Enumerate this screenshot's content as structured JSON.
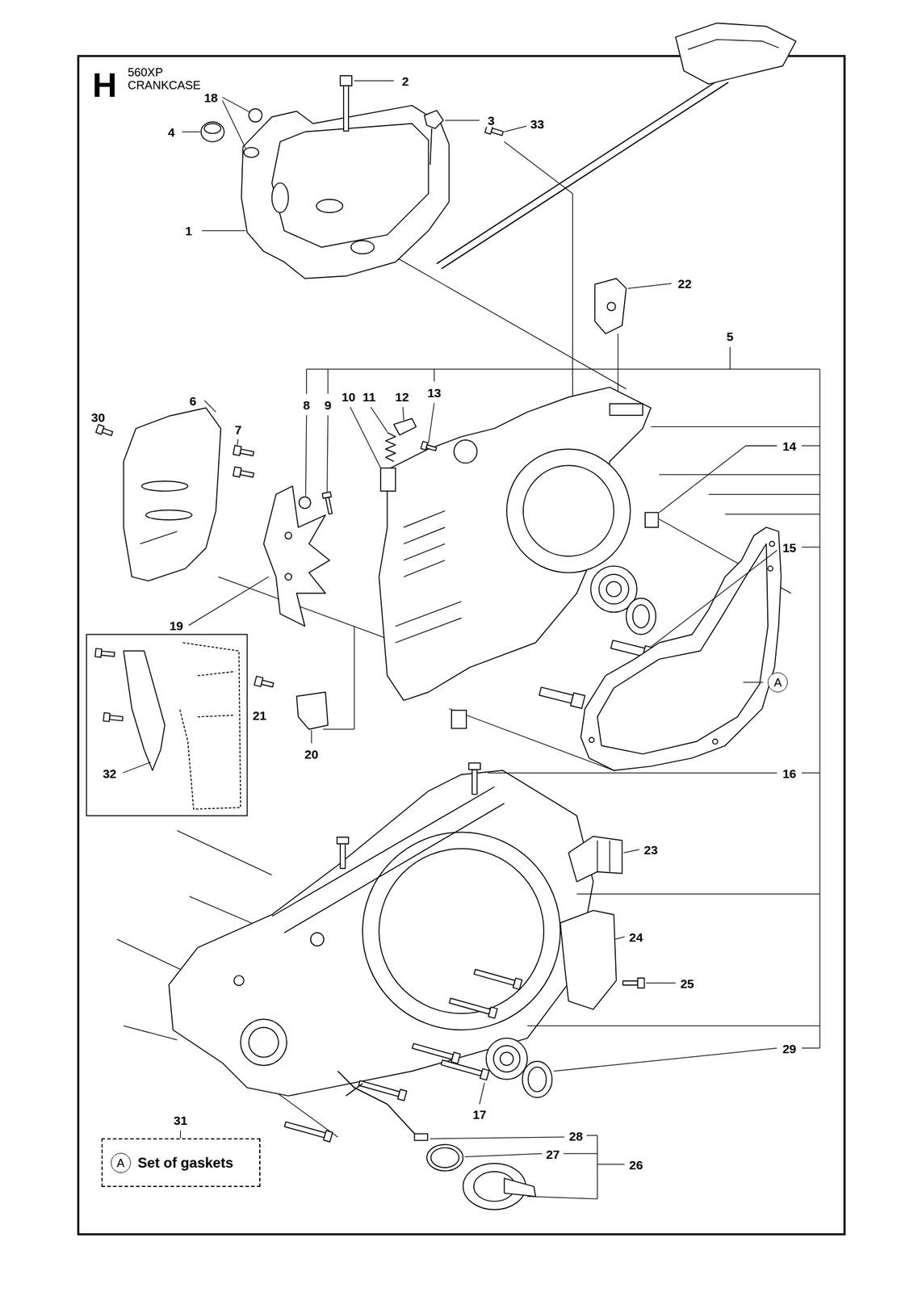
{
  "diagram": {
    "title": "560XP CRANKCASE",
    "nodes": [
      {
        "text": [
          "A"
        ]
      },
      {
        "text": [
          "Set of gaskets"
        ]
      },
      {
        "text": [
          "A"
        ],
        "in": 1
      }
    ],
    "labels": [
      "H",
      "2",
      "18",
      "3",
      "33",
      "4",
      "1",
      "22",
      "5",
      "8",
      "9",
      "10",
      "11",
      "12",
      "13",
      "6",
      "30",
      "7",
      "14",
      "15",
      "19",
      "21",
      "20",
      "32",
      "16",
      "23",
      "24",
      "25",
      "29",
      "17",
      "31",
      "28",
      "27",
      "26"
    ]
  }
}
